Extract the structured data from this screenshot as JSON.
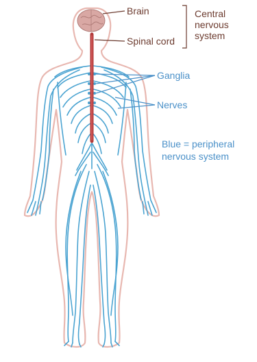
{
  "labels": {
    "brain": "Brain",
    "spinal_cord": "Spinal cord",
    "cns_line1": "Central",
    "cns_line2": "nervous",
    "cns_line3": "system",
    "ganglia": "Ganglia",
    "nerves": "Nerves",
    "key_line1": "Blue = peripheral",
    "key_line2": "nervous system"
  },
  "colors": {
    "peripheral_nerves": "#4aa3d1",
    "body_outline": "#e8b7b0",
    "spinal_cord": "#b23a3a",
    "brain": "#d9a8a4",
    "label_dark": "#6b3a2e",
    "label_blue": "#4a90c8"
  }
}
